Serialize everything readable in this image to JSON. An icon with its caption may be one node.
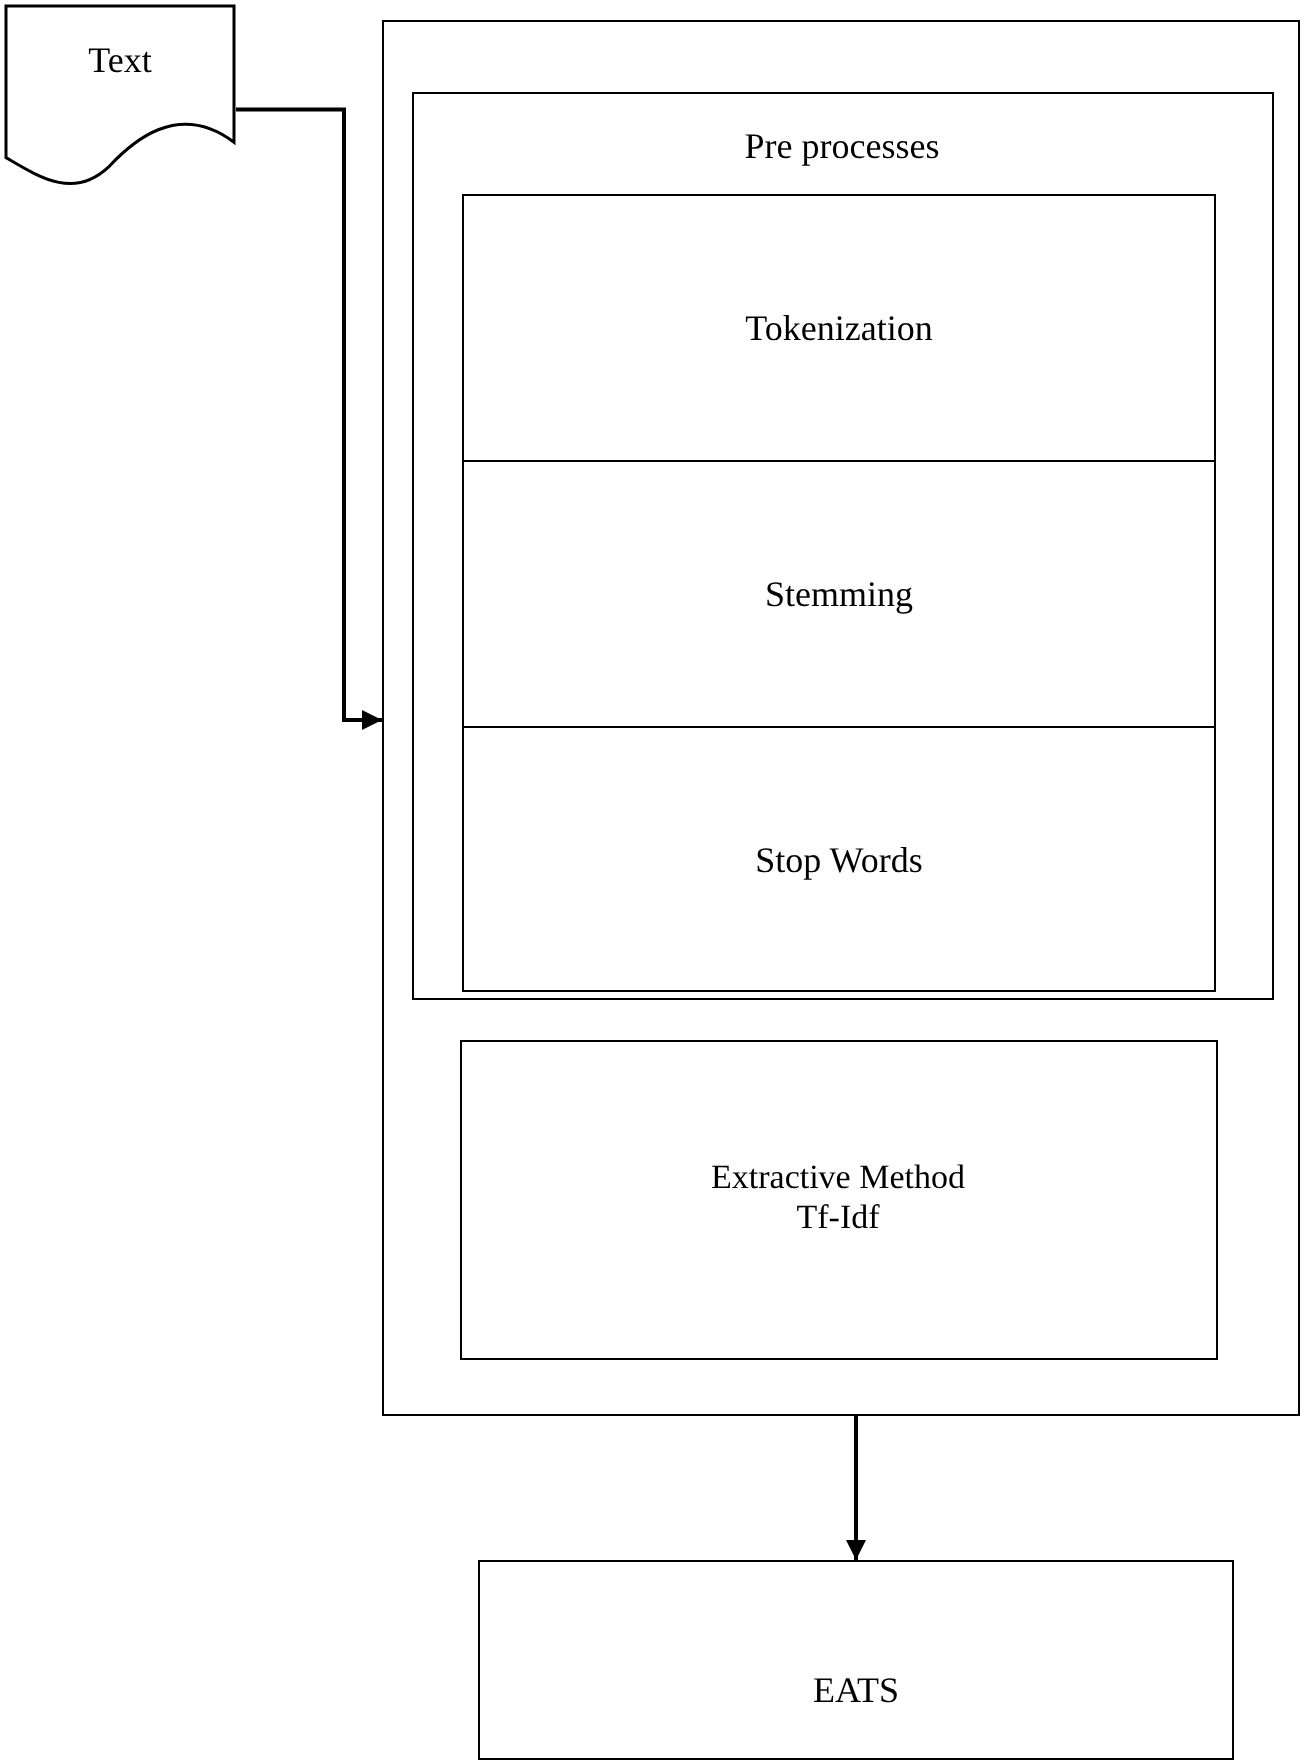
{
  "diagram": {
    "nodes": [
      {
        "text": [
          "Text"
        ]
      },
      {
        "text": [],
        "shape": "box"
      },
      {
        "text": [
          "Pre processes"
        ],
        "in": 1
      },
      {
        "text": [
          "Tokenization"
        ],
        "in": 2
      },
      {
        "text": [
          "Stemming"
        ],
        "in": 2
      },
      {
        "text": [
          "Stop Words"
        ],
        "in": 2
      },
      {
        "text": [
          "Extractive Method Tf-Idf"
        ],
        "in": 1
      },
      {
        "text": [
          "EATS"
        ]
      }
    ],
    "edges": [
      {
        "from": 0,
        "to": 1,
        "arrow": "to"
      },
      {
        "from": 1,
        "to": 7,
        "arrow": "to"
      }
    ]
  }
}
